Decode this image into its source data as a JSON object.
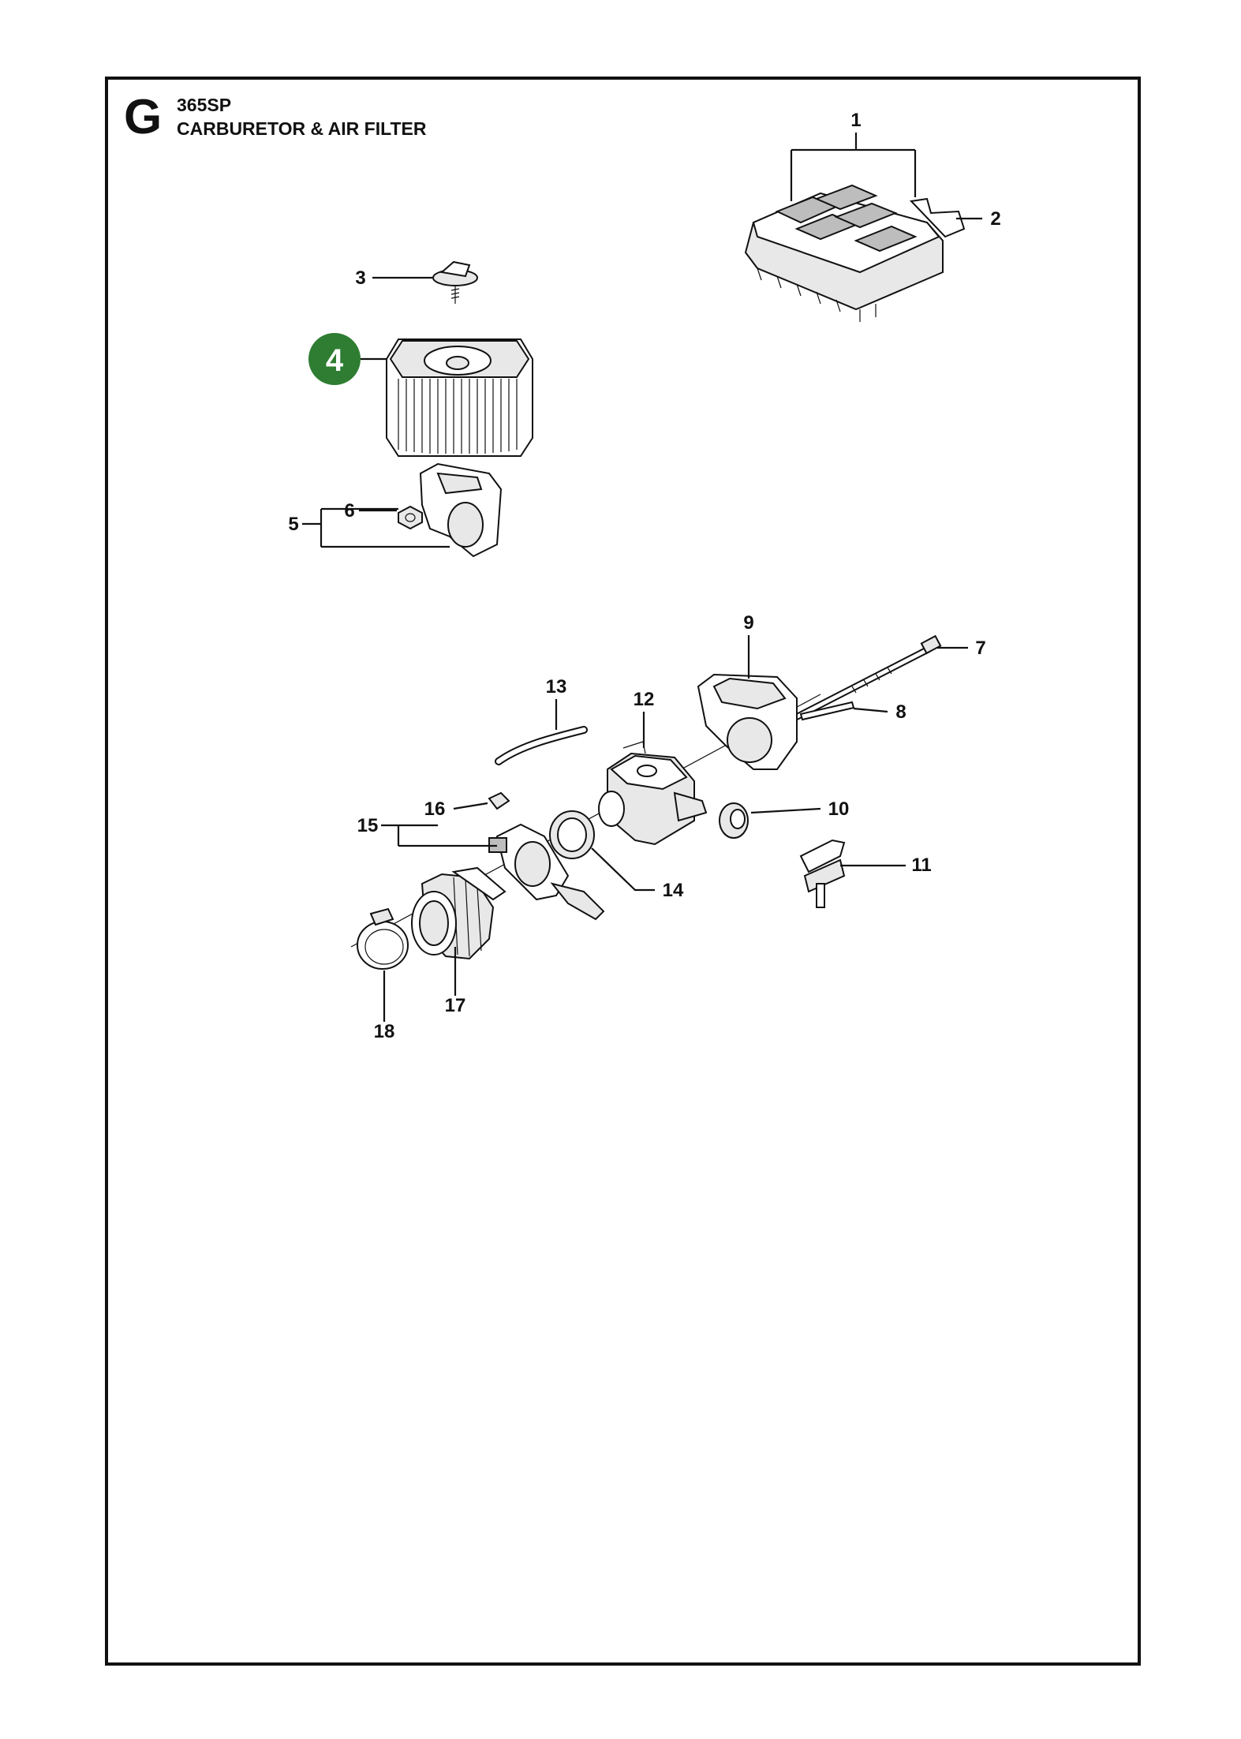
{
  "header": {
    "section_letter": "G",
    "model": "365SP",
    "title": "CARBURETOR & AIR FILTER"
  },
  "highlight": {
    "number": "4",
    "color": "#2e7d32"
  },
  "callouts": [
    "1",
    "2",
    "3",
    "5",
    "6",
    "7",
    "8",
    "9",
    "10",
    "11",
    "12",
    "13",
    "14",
    "15",
    "16",
    "17",
    "18"
  ],
  "colors": {
    "line": "#111111",
    "background": "#ffffff",
    "highlight": "#2e7d32"
  }
}
